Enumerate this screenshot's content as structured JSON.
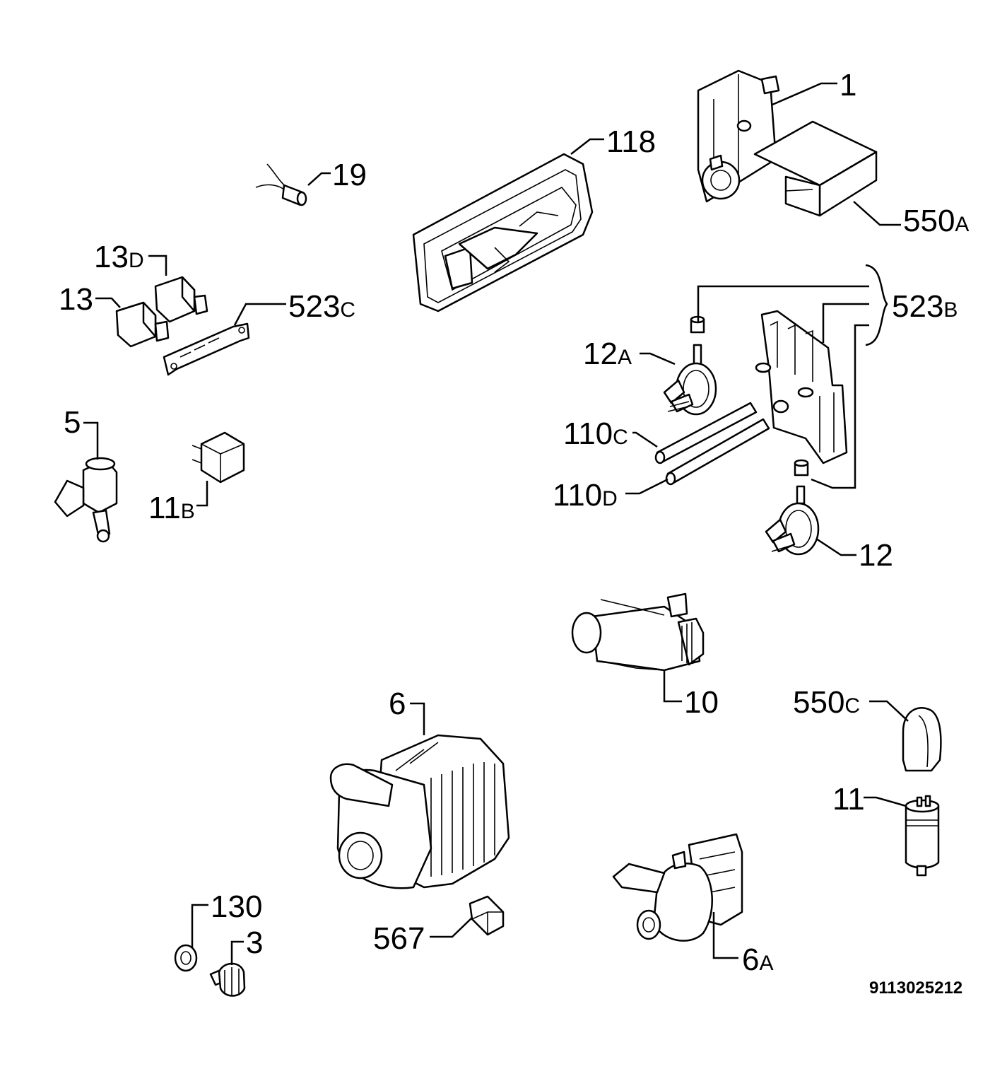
{
  "labels": {
    "p1": {
      "num": "1",
      "suf": ""
    },
    "p118": {
      "num": "118",
      "suf": ""
    },
    "p19": {
      "num": "19",
      "suf": ""
    },
    "p550a": {
      "num": "550",
      "suf": "A"
    },
    "p13d": {
      "num": "13",
      "suf": "D"
    },
    "p13": {
      "num": "13",
      "suf": ""
    },
    "p523c": {
      "num": "523",
      "suf": "C"
    },
    "p523b": {
      "num": "523",
      "suf": "B"
    },
    "p12a": {
      "num": "12",
      "suf": "A"
    },
    "p5": {
      "num": "5",
      "suf": ""
    },
    "p110c": {
      "num": "110",
      "suf": "C"
    },
    "p11b": {
      "num": "11",
      "suf": "B"
    },
    "p110d": {
      "num": "110",
      "suf": "D"
    },
    "p12": {
      "num": "12",
      "suf": ""
    },
    "p10": {
      "num": "10",
      "suf": ""
    },
    "p6": {
      "num": "6",
      "suf": ""
    },
    "p550c": {
      "num": "550",
      "suf": "C"
    },
    "p11": {
      "num": "11",
      "suf": ""
    },
    "p130": {
      "num": "130",
      "suf": ""
    },
    "p3": {
      "num": "3",
      "suf": ""
    },
    "p567": {
      "num": "567",
      "suf": ""
    },
    "p6a": {
      "num": "6",
      "suf": "A"
    }
  },
  "drawing_code": "9113025212"
}
